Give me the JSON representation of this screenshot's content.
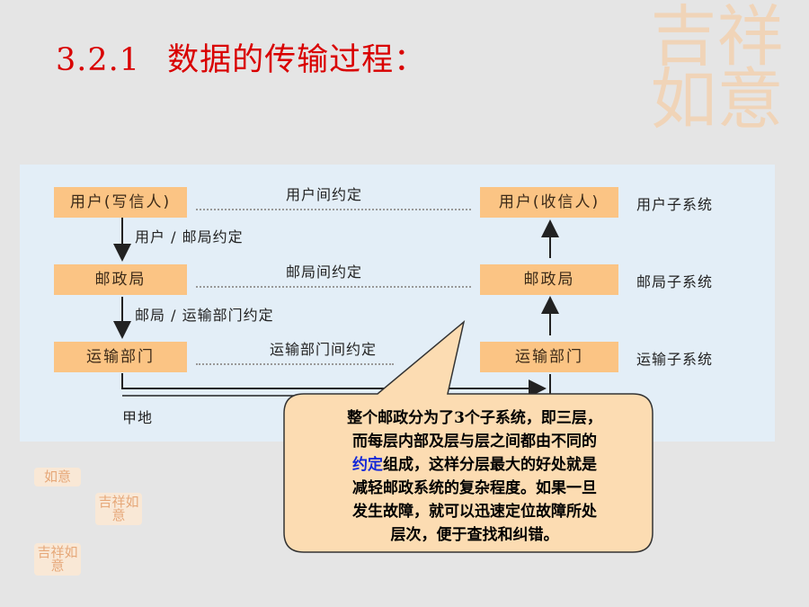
{
  "title": {
    "number": "3.2.1",
    "text": "数据的传输过程："
  },
  "watermark": {
    "big": "吉祥如意",
    "small_1": "如意",
    "small_2": "吉祥如意",
    "small_3": "吉祥如意"
  },
  "diagram": {
    "left_boxes": [
      "用户(写信人)",
      "邮政局",
      "运输部门"
    ],
    "right_boxes": [
      "用户(收信人)",
      "邮政局",
      "运输部门"
    ],
    "peer_labels": [
      "用户间约定",
      "邮局间约定",
      "运输部门间约定"
    ],
    "vertical_labels": [
      "用户 / 邮局约定",
      "邮局 / 运输部门约定"
    ],
    "subsystem_labels": [
      "用户子系统",
      "邮局子系统",
      "运输子系统"
    ],
    "location_label": "甲地"
  },
  "callout": {
    "line1": "整个邮政分为了3个子系统，即三层，",
    "line2": "而每层内部及层与层之间都由不同的",
    "line3_highlight": "约定",
    "line3_rest": "组成，这样分层最大的好处就是",
    "line4": "减轻邮政系统的复杂程度。如果一旦",
    "line5": "发生故障，就可以迅速定位故障所处",
    "line6": "层次，便于查找和纠错。"
  },
  "colors": {
    "title": "#d90000",
    "box": "#fbc484",
    "panel": "#e3eef7",
    "callout_fill": "#fcdcb2",
    "highlight": "#1428d8"
  }
}
